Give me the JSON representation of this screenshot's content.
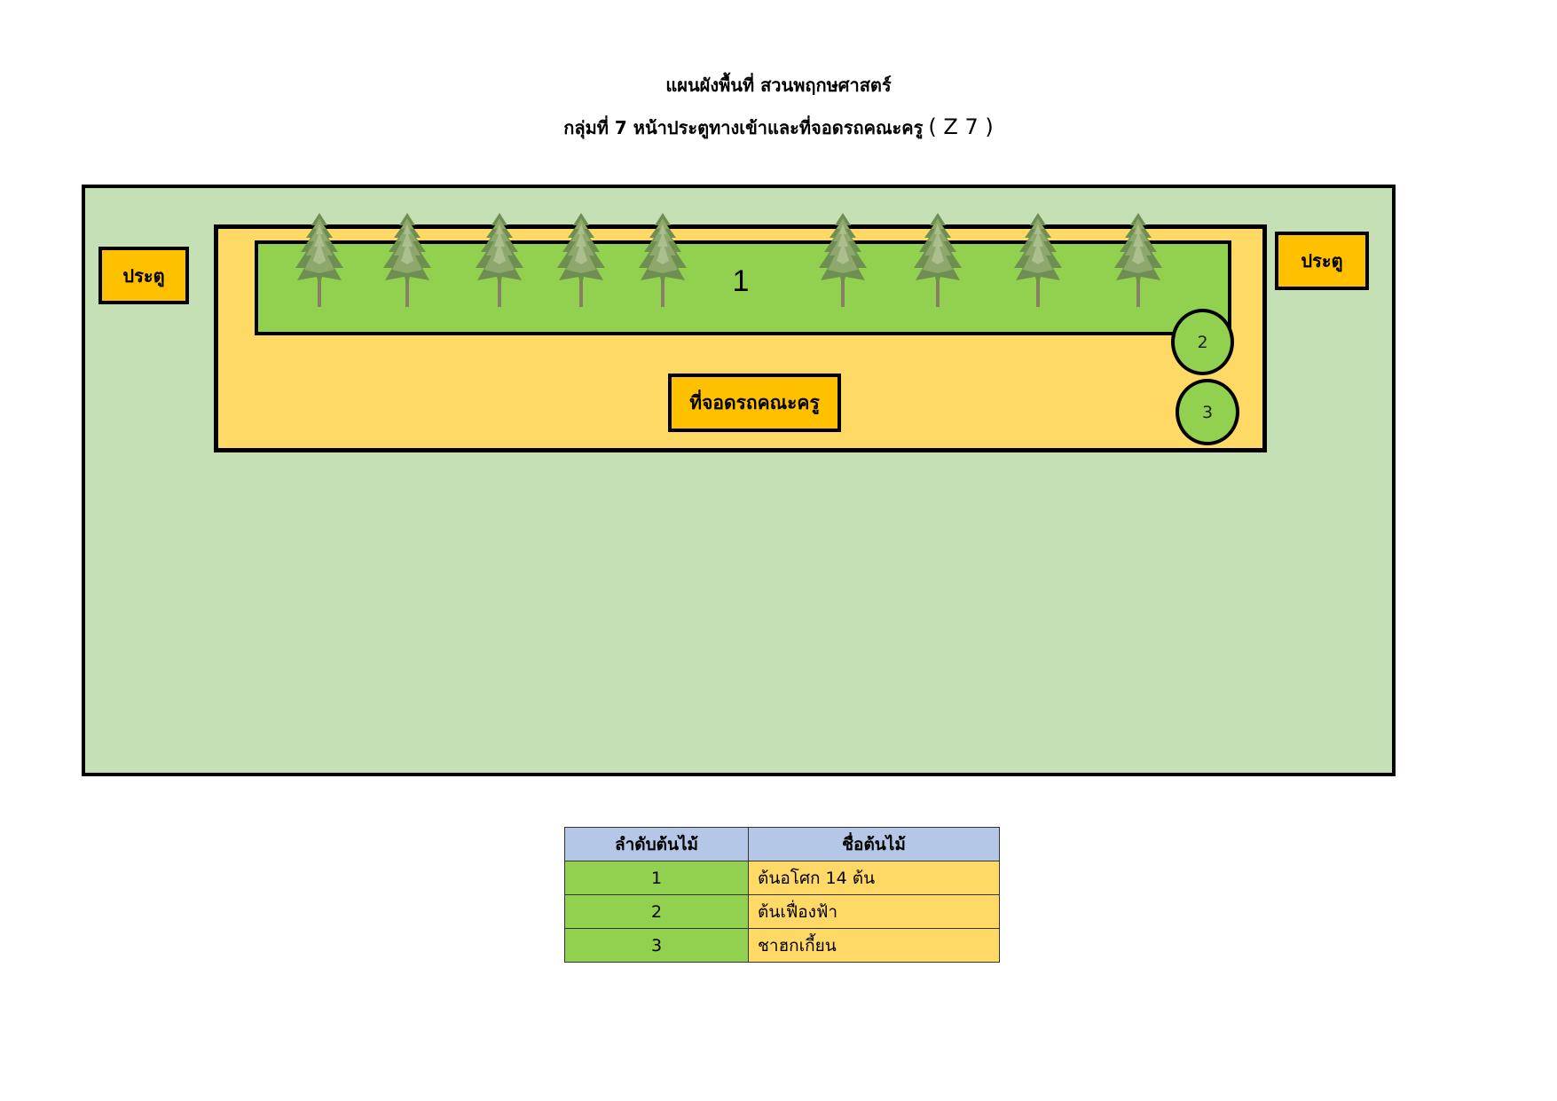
{
  "title": {
    "line1": "แผนผังพื้นที่ สวนพฤกษศาสตร์",
    "line2": "กลุ่มที่ 7 หน้าประตูทางเข้าและที่จอดรถคณะครู",
    "code": "( Z 7 )"
  },
  "map": {
    "gate_left": "ประตู",
    "gate_right": "ประตู",
    "bed_number": "1",
    "circle_2": "2",
    "circle_3": "3",
    "parking_label": "ที่จอดรถคณะครู",
    "tree_icon": "tree-icon",
    "tree_count_drawn": 9,
    "colors": {
      "lawn": "#c5e0b4",
      "parking": "#ffd966",
      "planting_bed": "#92d050",
      "label_box": "#ffc000"
    }
  },
  "legend": {
    "headers": [
      "ลำดับต้นไม้",
      "ชื่อต้นไม้"
    ],
    "rows": [
      {
        "no": "1",
        "name": "ต้นอโศก 14 ต้น"
      },
      {
        "no": "2",
        "name": "ต้นเฟื่องฟ้า"
      },
      {
        "no": "3",
        "name": "ชาฮกเกี้ยน"
      }
    ]
  }
}
